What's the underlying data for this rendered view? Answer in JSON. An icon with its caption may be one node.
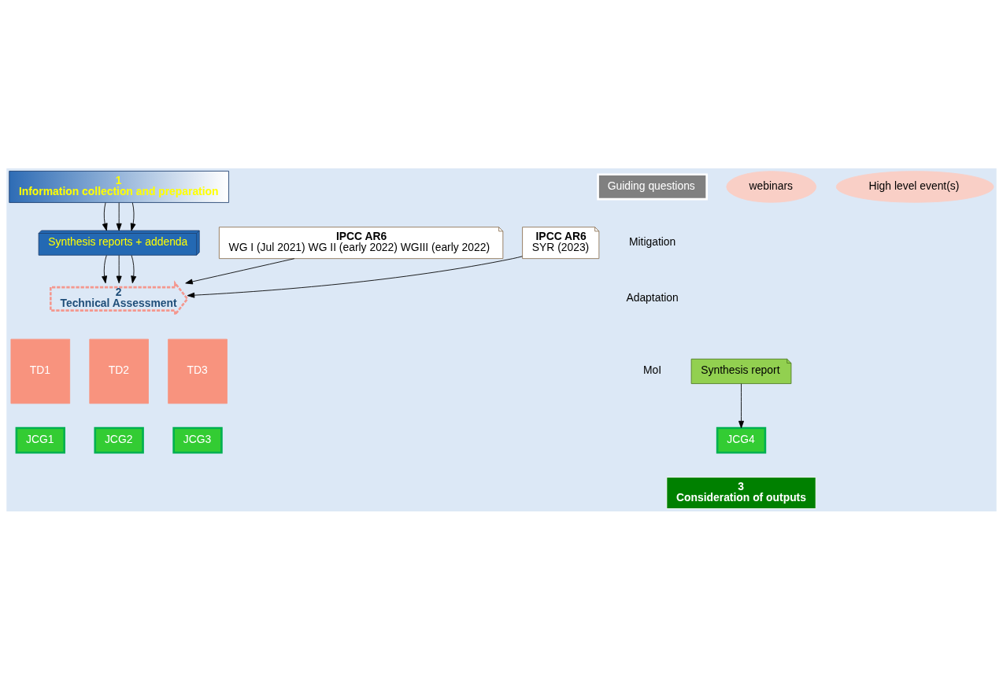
{
  "diagram": {
    "nodes": [
      {
        "text": [
          "1",
          "Information collection and preparation"
        ]
      },
      {
        "text": [
          "Synthesis reports + addenda"
        ]
      },
      {
        "text": [
          "Guiding questions"
        ]
      },
      {
        "text": [
          "webinars"
        ]
      },
      {
        "text": [
          "2",
          "Technical Assessment"
        ]
      },
      {
        "text": [
          "TD1"
        ]
      },
      {
        "text": [
          "TD2"
        ]
      },
      {
        "text": [
          "TD3"
        ]
      },
      {
        "text": [
          "JCG1"
        ]
      },
      {
        "text": [
          "JCG2"
        ]
      },
      {
        "text": [
          "JCG3"
        ]
      },
      {
        "text": [
          "High level event(s)"
        ]
      },
      {
        "text": [
          "Synthesis report"
        ]
      },
      {
        "text": [
          "JCG4"
        ]
      },
      {
        "text": [
          "3",
          "Consideration of outputs"
        ]
      },
      {
        "text": [
          "IPCC AR6",
          "WG I (Jul 2021) WG II (early 2022) WGIII (early 2022)"
        ]
      },
      {
        "text": [
          "IPCC AR6",
          "SYR (2023)"
        ]
      }
    ],
    "edges": [
      {
        "from": 0,
        "to": 1,
        "arrow": "to"
      },
      {
        "from": 0,
        "to": 1,
        "arrow": "to"
      },
      {
        "from": 0,
        "to": 1,
        "arrow": "to"
      },
      {
        "from": 1,
        "to": 4,
        "arrow": "to"
      },
      {
        "from": 1,
        "to": 4,
        "arrow": "to"
      },
      {
        "from": 1,
        "to": 4,
        "arrow": "to"
      },
      {
        "from": 15,
        "to": 4,
        "arrow": "to"
      },
      {
        "from": 16,
        "to": 4,
        "arrow": "to"
      },
      {
        "from": 12,
        "to": 13,
        "arrow": "to"
      }
    ],
    "labels": [
      "Mitigation",
      "Adaptation",
      "MoI"
    ]
  }
}
